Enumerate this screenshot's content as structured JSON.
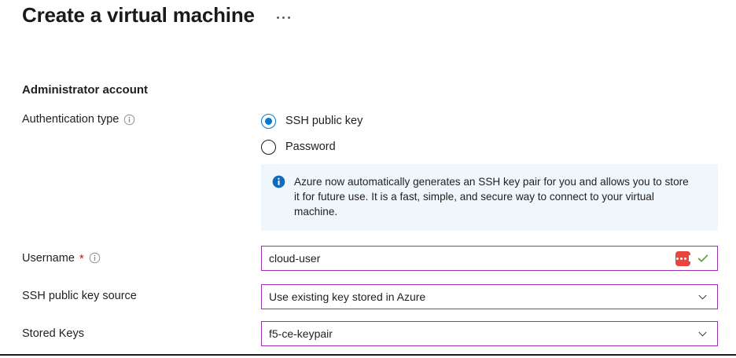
{
  "header": {
    "title": "Create a virtual machine",
    "more_menu_label": "More options"
  },
  "section": {
    "title": "Administrator account"
  },
  "fields": {
    "authentication_type": {
      "label": "Authentication type",
      "has_info_icon": true,
      "options": [
        {
          "label": "SSH public key",
          "selected": true
        },
        {
          "label": "Password",
          "selected": false
        }
      ]
    },
    "username": {
      "label": "Username",
      "required_marker": "*",
      "has_info_icon": true,
      "value": "cloud-user",
      "placeholder": "",
      "validation": "valid"
    },
    "ssh_public_key_source": {
      "label": "SSH public key source",
      "value": "Use existing key stored in Azure"
    },
    "stored_keys": {
      "label": "Stored Keys",
      "value": "f5-ce-keypair"
    }
  },
  "banner": {
    "icon": "info-icon",
    "text": "Azure now automatically generates an SSH key pair for you and allows you to store it for future use. It is a fast, simple, and secure way to connect to your virtual machine."
  },
  "colors": {
    "accent_blue": "#0078d4",
    "banner_bg": "#eff6fc",
    "field_border_purple": "#9b30b0",
    "required_red": "#a4262c",
    "valid_green": "#5aa030",
    "badge_red": "#e8453c"
  }
}
